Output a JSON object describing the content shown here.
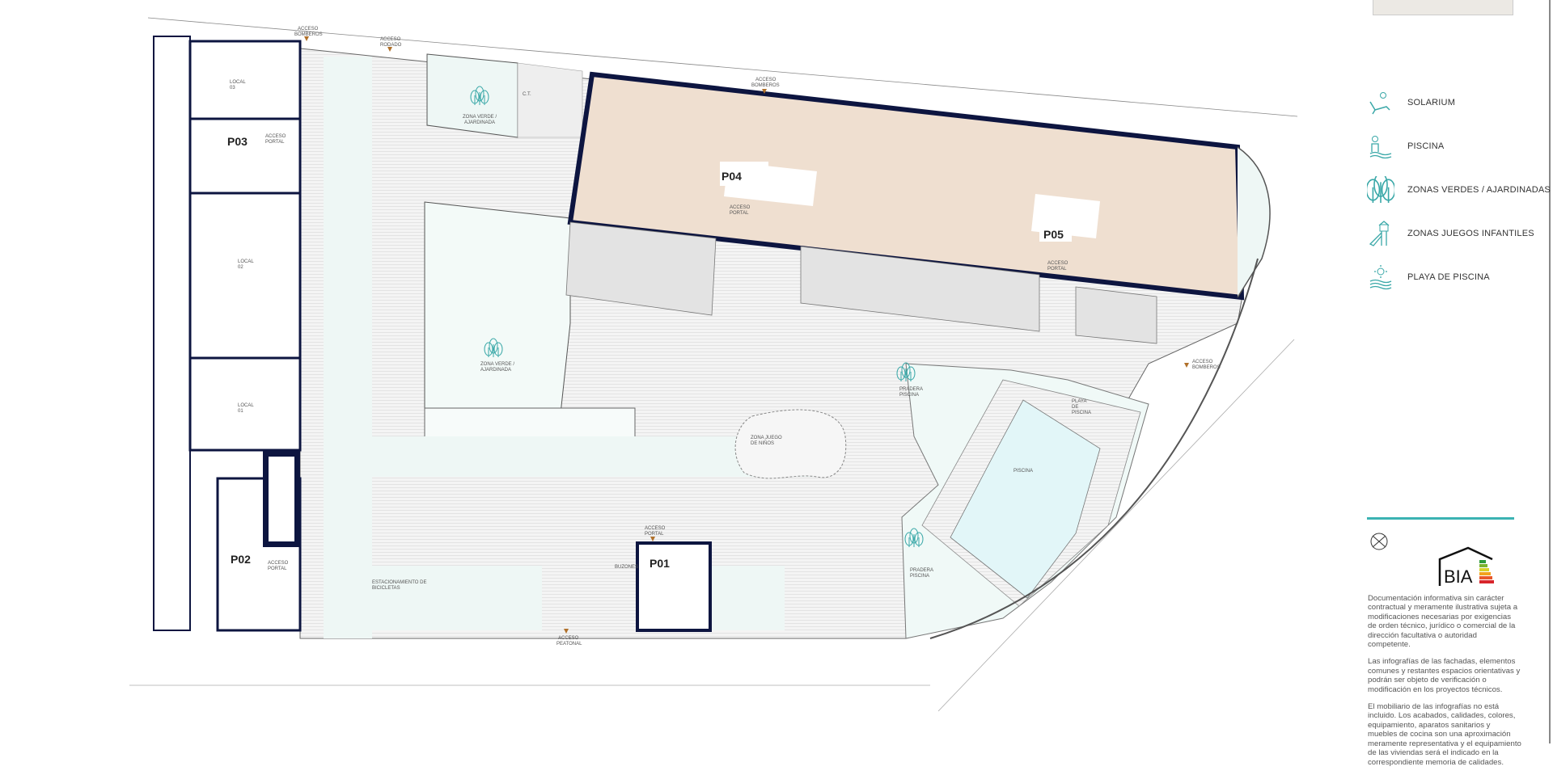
{
  "legend": {
    "items": [
      {
        "icon": "solarium-icon",
        "label": "SOLARIUM"
      },
      {
        "icon": "pool-icon",
        "label": "PISCINA"
      },
      {
        "icon": "trees-icon",
        "label": "ZONAS VERDES / AJARDINADAS"
      },
      {
        "icon": "playground-icon",
        "label": "ZONAS JUEGOS INFANTILES"
      },
      {
        "icon": "pool-beach-icon",
        "label": "PLAYA DE PISCINA"
      }
    ],
    "accent_color": "#3bb3b3"
  },
  "logo": {
    "text": "BIA"
  },
  "notes": [
    "Documentación informativa sin carácter contractual y meramente ilustrativa sujeta a modificaciones necesarias por exigencias de orden técnico, jurídico o comercial de la dirección facultativa o autoridad competente.",
    "Las infografías de las fachadas, elementos comunes y restantes espacios orientativas y podrán ser objeto de verificación o modificación en los proyectos técnicos.",
    "El mobiliario de las infografías no está incluido. Los acabados, calidades, colores, equipamiento, aparatos sanitarios y muebles de cocina son una aproximación meramente representativa y el equipamiento de las viviendas será el indicado en la correspondiente memoria de calidades."
  ],
  "plan": {
    "cores": {
      "p01": "P01",
      "p02": "P02",
      "p03": "P03",
      "p04": "P04",
      "p05": "P05"
    },
    "locals": {
      "l03": [
        "LOCAL",
        "03"
      ],
      "l02": [
        "LOCAL",
        "02"
      ],
      "l01": [
        "LOCAL",
        "01"
      ]
    },
    "labels": {
      "acceso_bomberos": [
        "ACCESO",
        "BOMBEROS"
      ],
      "acceso_rodado": [
        "ACCESO",
        "RODADO"
      ],
      "acceso_portal": [
        "ACCESO",
        "PORTAL"
      ],
      "acceso_peatonal": [
        "ACCESO",
        "PEATONAL"
      ],
      "ct": "C.T.",
      "zona_verde": [
        "ZONA VERDE /",
        "AJARDINADA"
      ],
      "pradera": [
        "PRADERA",
        "PISCINA"
      ],
      "playa": [
        "PLAYA",
        "DE",
        "PISCINA"
      ],
      "piscina": "PISCINA",
      "juego": [
        "ZONA JUEGO",
        "DE NIÑOS"
      ],
      "bicis": [
        "ESTACIONAMIENTO DE",
        "BICICLETAS"
      ],
      "buzones": "BUZONES"
    },
    "colors": {
      "wall": "#0d1540",
      "unit": "#efdfd0",
      "green": "#eef7f5",
      "pool": "#e2f6f8",
      "terrace": "#e6e6e6",
      "access": "#b0702a"
    }
  }
}
